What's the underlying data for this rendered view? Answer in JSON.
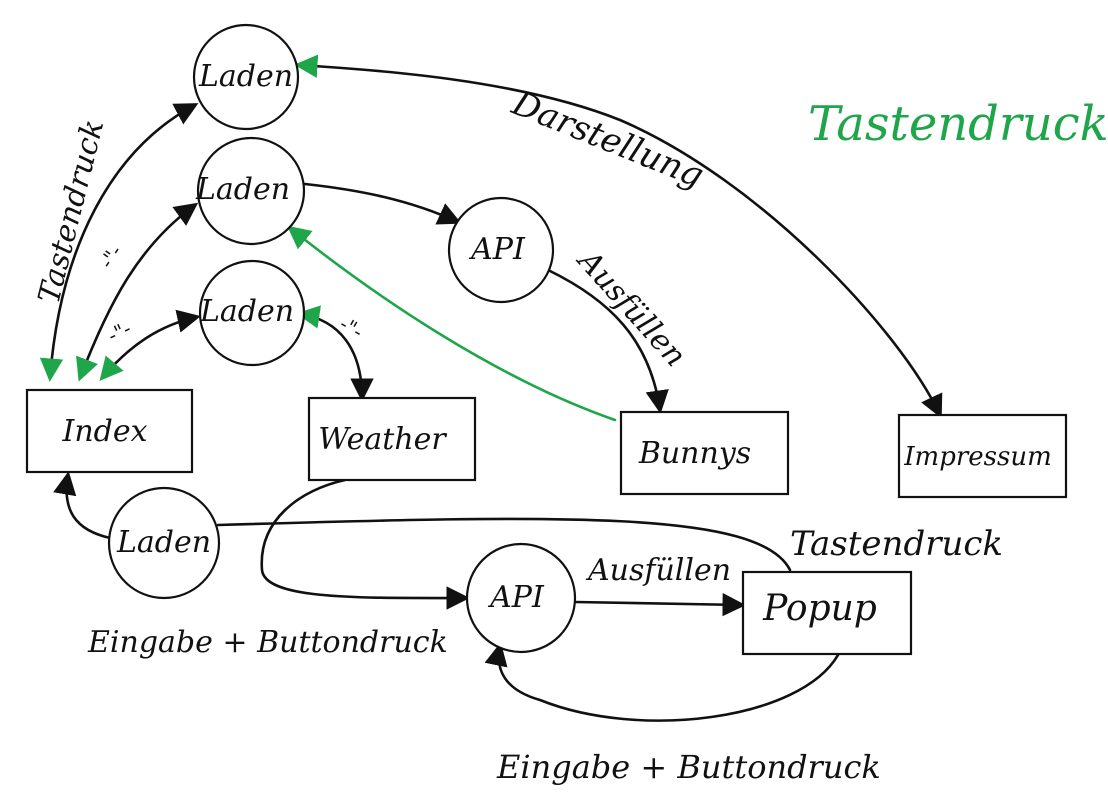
{
  "colors": {
    "ink": "#111111",
    "accent_green": "#1fa64a"
  },
  "legend": {
    "label": "Tastendruck",
    "color": "#1fa64a"
  },
  "nodes": {
    "laden_top": "Laden",
    "laden_mid": "Laden",
    "laden_low": "Laden",
    "laden_bottom": "Laden",
    "api_upper": "API",
    "api_lower": "API",
    "index": "Index",
    "weather": "Weather",
    "bunnys": "Bunnys",
    "impressum": "Impressum",
    "popup": "Popup"
  },
  "edge_labels": {
    "index_to_laden_top": "Tastendruck",
    "index_to_laden_mid": "-\"-",
    "index_to_laden_low": "-\"-",
    "laden_low_to_weather": "-\"-",
    "laden_top_impressum": "Darstellung",
    "api_upper_to_bunnys": "Ausfüllen",
    "popup_to_laden_bottom": "Tastendruck",
    "weather_to_api_lower": "Eingabe + Buttondruck",
    "api_lower_to_popup": "Ausfüllen",
    "popup_to_api_lower": "Eingabe + Buttondruck"
  }
}
